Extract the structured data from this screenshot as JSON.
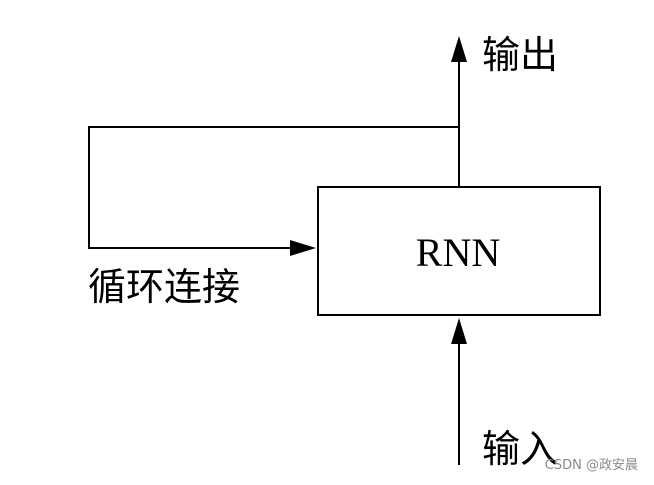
{
  "diagram": {
    "node_label": "RNN",
    "output_label": "输出",
    "input_label": "输入",
    "recurrent_label": "循环连接"
  },
  "watermark": {
    "text": "CSDN @政安晨"
  }
}
